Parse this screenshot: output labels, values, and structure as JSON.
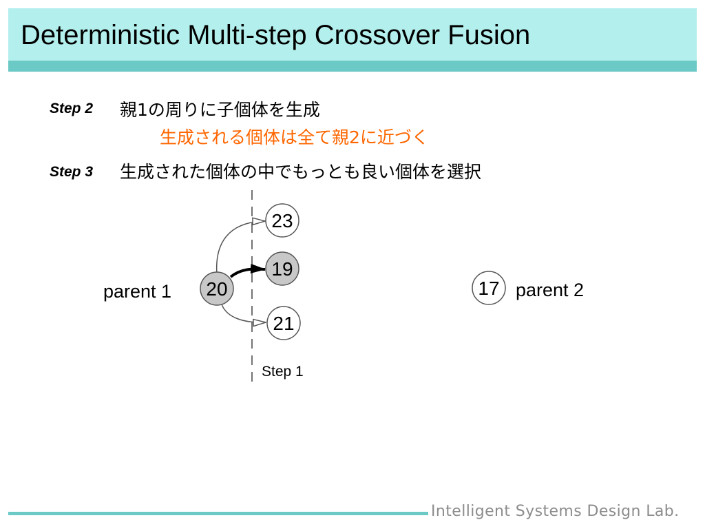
{
  "slide": {
    "title": "Deterministic Multi-step Crossover Fusion",
    "footer": "Intelligent Systems Design Lab."
  },
  "steps": [
    {
      "label": "Step 2",
      "text": "親1の周りに子個体を生成",
      "note": "生成される個体は全て親2に近づく"
    },
    {
      "label": "Step 3",
      "text": "生成された個体の中でもっとも良い個体を選択"
    }
  ],
  "diagram": {
    "parent1": {
      "label": "parent 1",
      "value": "20"
    },
    "parent2": {
      "label": "parent 2",
      "value": "17"
    },
    "children": [
      {
        "value": "23",
        "selected": false
      },
      {
        "value": "19",
        "selected": true
      },
      {
        "value": "21",
        "selected": false
      }
    ],
    "step1_label": "Step 1",
    "colors": {
      "selected_fill": "#c8c8c8",
      "outline": "#555555"
    }
  }
}
